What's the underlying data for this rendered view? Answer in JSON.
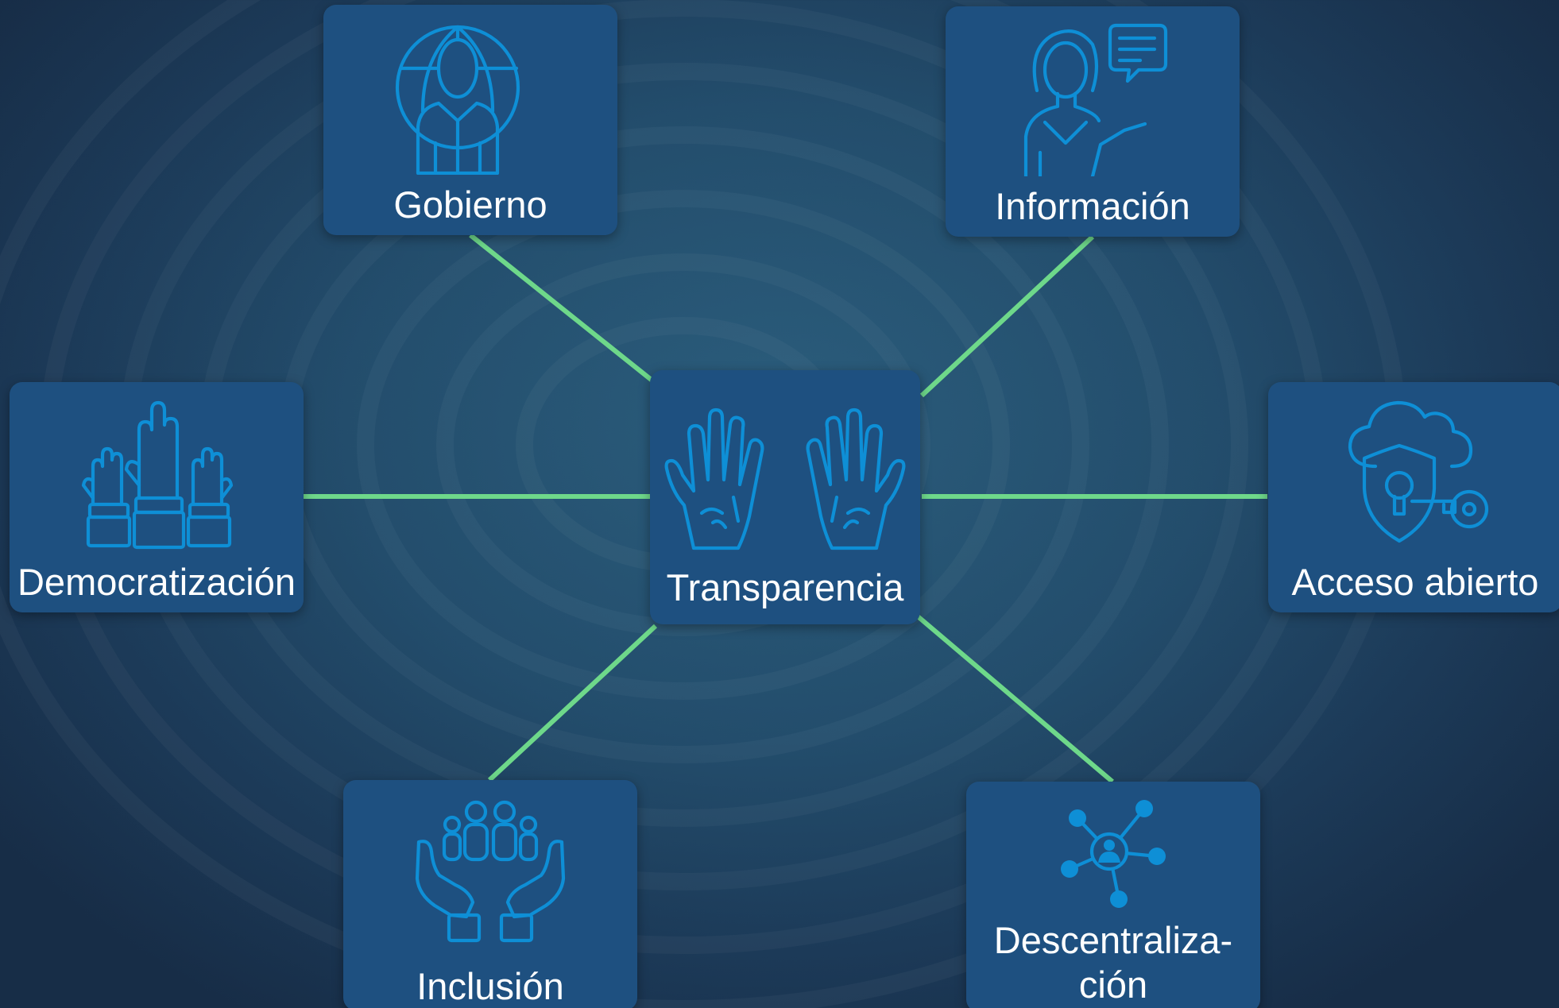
{
  "diagram": {
    "center": {
      "label": "Transparencia",
      "icon": "open-hands-icon"
    },
    "nodes": [
      {
        "id": "gobierno",
        "label": "Gobierno",
        "icon": "globe-person-icon"
      },
      {
        "id": "informacion",
        "label": "Información",
        "icon": "woman-speech-bubble-icon"
      },
      {
        "id": "democratizacion",
        "label": "Democratización",
        "icon": "raised-hands-icon"
      },
      {
        "id": "acceso-abierto",
        "label": "Acceso abierto",
        "icon": "cloud-shield-key-icon"
      },
      {
        "id": "inclusion",
        "label": "Inclusión",
        "icon": "hands-holding-people-icon"
      },
      {
        "id": "descentralizacion",
        "label": "Descentraliza-\nción",
        "icon": "network-hub-icon"
      }
    ]
  },
  "colors": {
    "background": "#234d6c",
    "node_fill": "#1e5080",
    "icon_stroke": "#0e8fd6",
    "connector": "#6ed88a",
    "label_text": "#ffffff"
  }
}
